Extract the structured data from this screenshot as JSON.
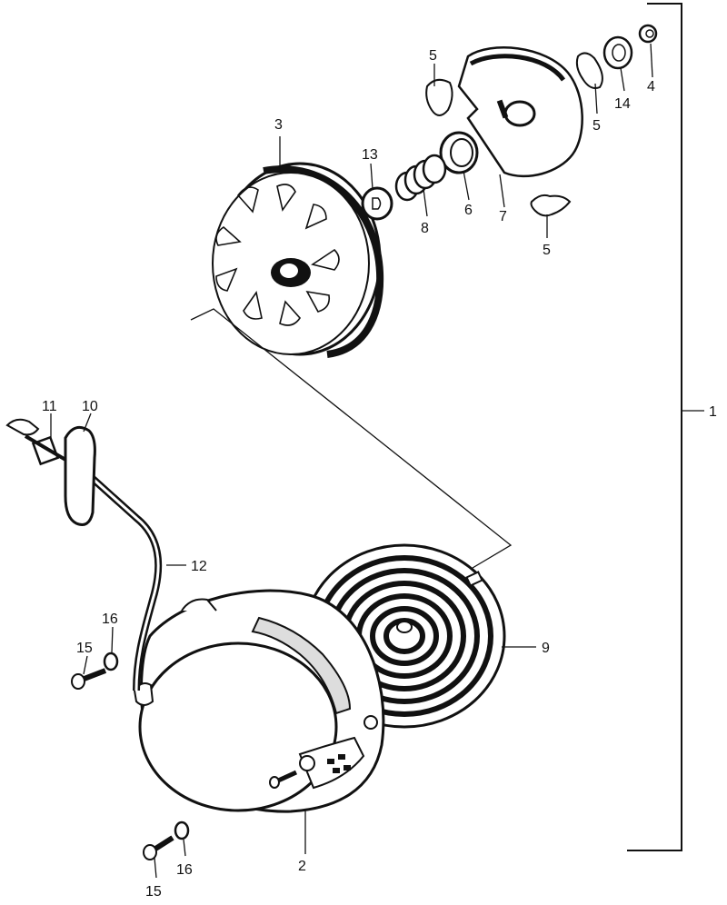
{
  "diagram": {
    "labels": {
      "p1": "1",
      "p2": "2",
      "p3": "3",
      "p4": "4",
      "p5a": "5",
      "p5b": "5",
      "p5c": "5",
      "p6": "6",
      "p7": "7",
      "p8": "8",
      "p9": "9",
      "p10": "10",
      "p11": "11",
      "p12": "12",
      "p13": "13",
      "p14": "14",
      "p15a": "15",
      "p15b": "15",
      "p16a": "16",
      "p16b": "16"
    }
  }
}
